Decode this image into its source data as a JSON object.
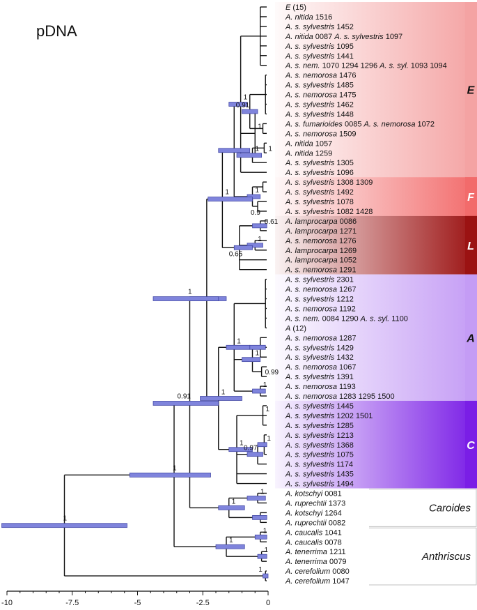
{
  "title": "pDNA",
  "colors": {
    "E": "#f4a3a3",
    "F": "#f26b6b",
    "L": "#9b1212",
    "A": "#c49cf5",
    "C": "#7a1ee6",
    "hpd_bar": "#7f84dc",
    "group_box": "#c0c0c0"
  },
  "axis": {
    "ticks": [
      "-10",
      "-7.5",
      "-5",
      "-2.5",
      "0"
    ]
  },
  "tips": [
    {
      "genus": "E",
      "rest": " (15)"
    },
    {
      "genus": "A. nitida",
      "rest": " 1516"
    },
    {
      "genus": "A. s. sylvestris",
      "rest": " 1452"
    },
    {
      "genus": "A. nitida",
      "rest": " 0087 ",
      "genus2": "A. s. sylvestris",
      "rest2": " 1097"
    },
    {
      "genus": "A. s. sylvestris",
      "rest": " 1095"
    },
    {
      "genus": "A. s. sylvestris",
      "rest": " 1441"
    },
    {
      "genus": "A. s. nem.",
      "rest": " 1070 1294 1296 ",
      "genus2": "A. s. syl.",
      "rest2": " 1093 1094"
    },
    {
      "genus": "A. s. nemorosa",
      "rest": " 1476"
    },
    {
      "genus": "A. s. sylvestris",
      "rest": " 1485"
    },
    {
      "genus": "A. s. nemorosa",
      "rest": " 1475"
    },
    {
      "genus": "A. s. sylvestris",
      "rest": " 1462"
    },
    {
      "genus": "A. s. sylvestris",
      "rest": " 1448"
    },
    {
      "genus": "A. s. fumarioides",
      "rest": " 0085 ",
      "genus2": "A. s. nemorosa",
      "rest2": " 1072"
    },
    {
      "genus": "A. s. nemorosa",
      "rest": " 1509"
    },
    {
      "genus": "A. nitida",
      "rest": " 1057"
    },
    {
      "genus": "A. nitida",
      "rest": " 1259"
    },
    {
      "genus": "A. s. sylvestris",
      "rest": " 1305"
    },
    {
      "genus": "A. s. sylvestris",
      "rest": " 1096"
    },
    {
      "genus": "A. s. sylvestris",
      "rest": " 1308 1309"
    },
    {
      "genus": "A. s. sylvestris",
      "rest": " 1492"
    },
    {
      "genus": "A. s. sylvestris",
      "rest": " 1078"
    },
    {
      "genus": "A. s. sylvestris",
      "rest": " 1082 1428"
    },
    {
      "genus": "A. lamprocarpa",
      "rest": " 0086"
    },
    {
      "genus": "A. lamprocarpa",
      "rest": " 1271"
    },
    {
      "genus": "A. s. nemorosa",
      "rest": " 1276"
    },
    {
      "genus": "A. lamprocarpa",
      "rest": " 1269"
    },
    {
      "genus": "A. lamprocarpa",
      "rest": " 1052"
    },
    {
      "genus": "A. s. nemorosa",
      "rest": " 1291"
    },
    {
      "genus": "A. s. sylvestris",
      "rest": " 2301"
    },
    {
      "genus": "A. s. nemorosa",
      "rest": " 1267"
    },
    {
      "genus": "A. s. sylvestris",
      "rest": " 1212"
    },
    {
      "genus": "A. s. nemorosa",
      "rest": " 1192"
    },
    {
      "genus": "A. s. nem.",
      "rest": " 0084 1290 ",
      "genus2": "A. s. syl.",
      "rest2": " 1100"
    },
    {
      "genus": "A",
      "rest": " (12)"
    },
    {
      "genus": "A. s. nemorosa",
      "rest": " 1287"
    },
    {
      "genus": "A. s. sylvestris",
      "rest": " 1429"
    },
    {
      "genus": "A. s. sylvestris",
      "rest": " 1432"
    },
    {
      "genus": "A. s. nemorosa",
      "rest": " 1067"
    },
    {
      "genus": "A. s. sylvestris",
      "rest": " 1391"
    },
    {
      "genus": "A. s. nemorosa",
      "rest": " 1193"
    },
    {
      "genus": "A. s. nemorosa",
      "rest": " 1283 1295 1500"
    },
    {
      "genus": "A. s. sylvestris",
      "rest": " 1445"
    },
    {
      "genus": "A. s. sylvestris",
      "rest": " 1202 1501"
    },
    {
      "genus": "A. s. sylvestris",
      "rest": " 1285"
    },
    {
      "genus": "A. s. sylvestris",
      "rest": " 1213"
    },
    {
      "genus": "A. s. sylvestris",
      "rest": " 1368"
    },
    {
      "genus": "A. s. sylvestris",
      "rest": " 1075"
    },
    {
      "genus": "A. s. sylvestris",
      "rest": " 1174"
    },
    {
      "genus": "A. s. sylvestris",
      "rest": " 1435"
    },
    {
      "genus": "A. s. sylvestris",
      "rest": " 1494"
    },
    {
      "genus": "A. kotschyi",
      "rest": " 0081"
    },
    {
      "genus": "A. ruprechtii",
      "rest": " 1373"
    },
    {
      "genus": "A. kotschyi",
      "rest": " 1264"
    },
    {
      "genus": "A. ruprechtii",
      "rest": " 0082"
    },
    {
      "genus": "A. caucalis",
      "rest": " 1041"
    },
    {
      "genus": "A. caucalis",
      "rest": " 0078"
    },
    {
      "genus": "A. tenerrima",
      "rest": " 1211"
    },
    {
      "genus": "A. tenerrima",
      "rest": " 0079"
    },
    {
      "genus": "A. cerefolium",
      "rest": " 0080"
    },
    {
      "genus": "A. cerefolium",
      "rest": " 1047"
    }
  ],
  "clades": [
    {
      "label": "E",
      "color": "#f4a3a3"
    },
    {
      "label": "F",
      "color": "#f26b6b"
    },
    {
      "label": "L",
      "color": "#9b1212"
    },
    {
      "label": "A",
      "color": "#c49cf5"
    },
    {
      "label": "C",
      "color": "#7a1ee6"
    }
  ],
  "groups": [
    {
      "label": "Caroides"
    },
    {
      "label": "Anthriscus"
    }
  ],
  "supports": [
    "1",
    "1",
    "0.91",
    "1",
    "1",
    "1",
    "1",
    "0.91",
    "1",
    "1",
    "1",
    "0.9",
    "0.61",
    "1",
    "0.65",
    "1",
    "1",
    "1",
    "0.99",
    "1",
    "1",
    "0.97",
    "1",
    "1",
    "1",
    "1",
    "1",
    "1",
    "1",
    "1"
  ]
}
